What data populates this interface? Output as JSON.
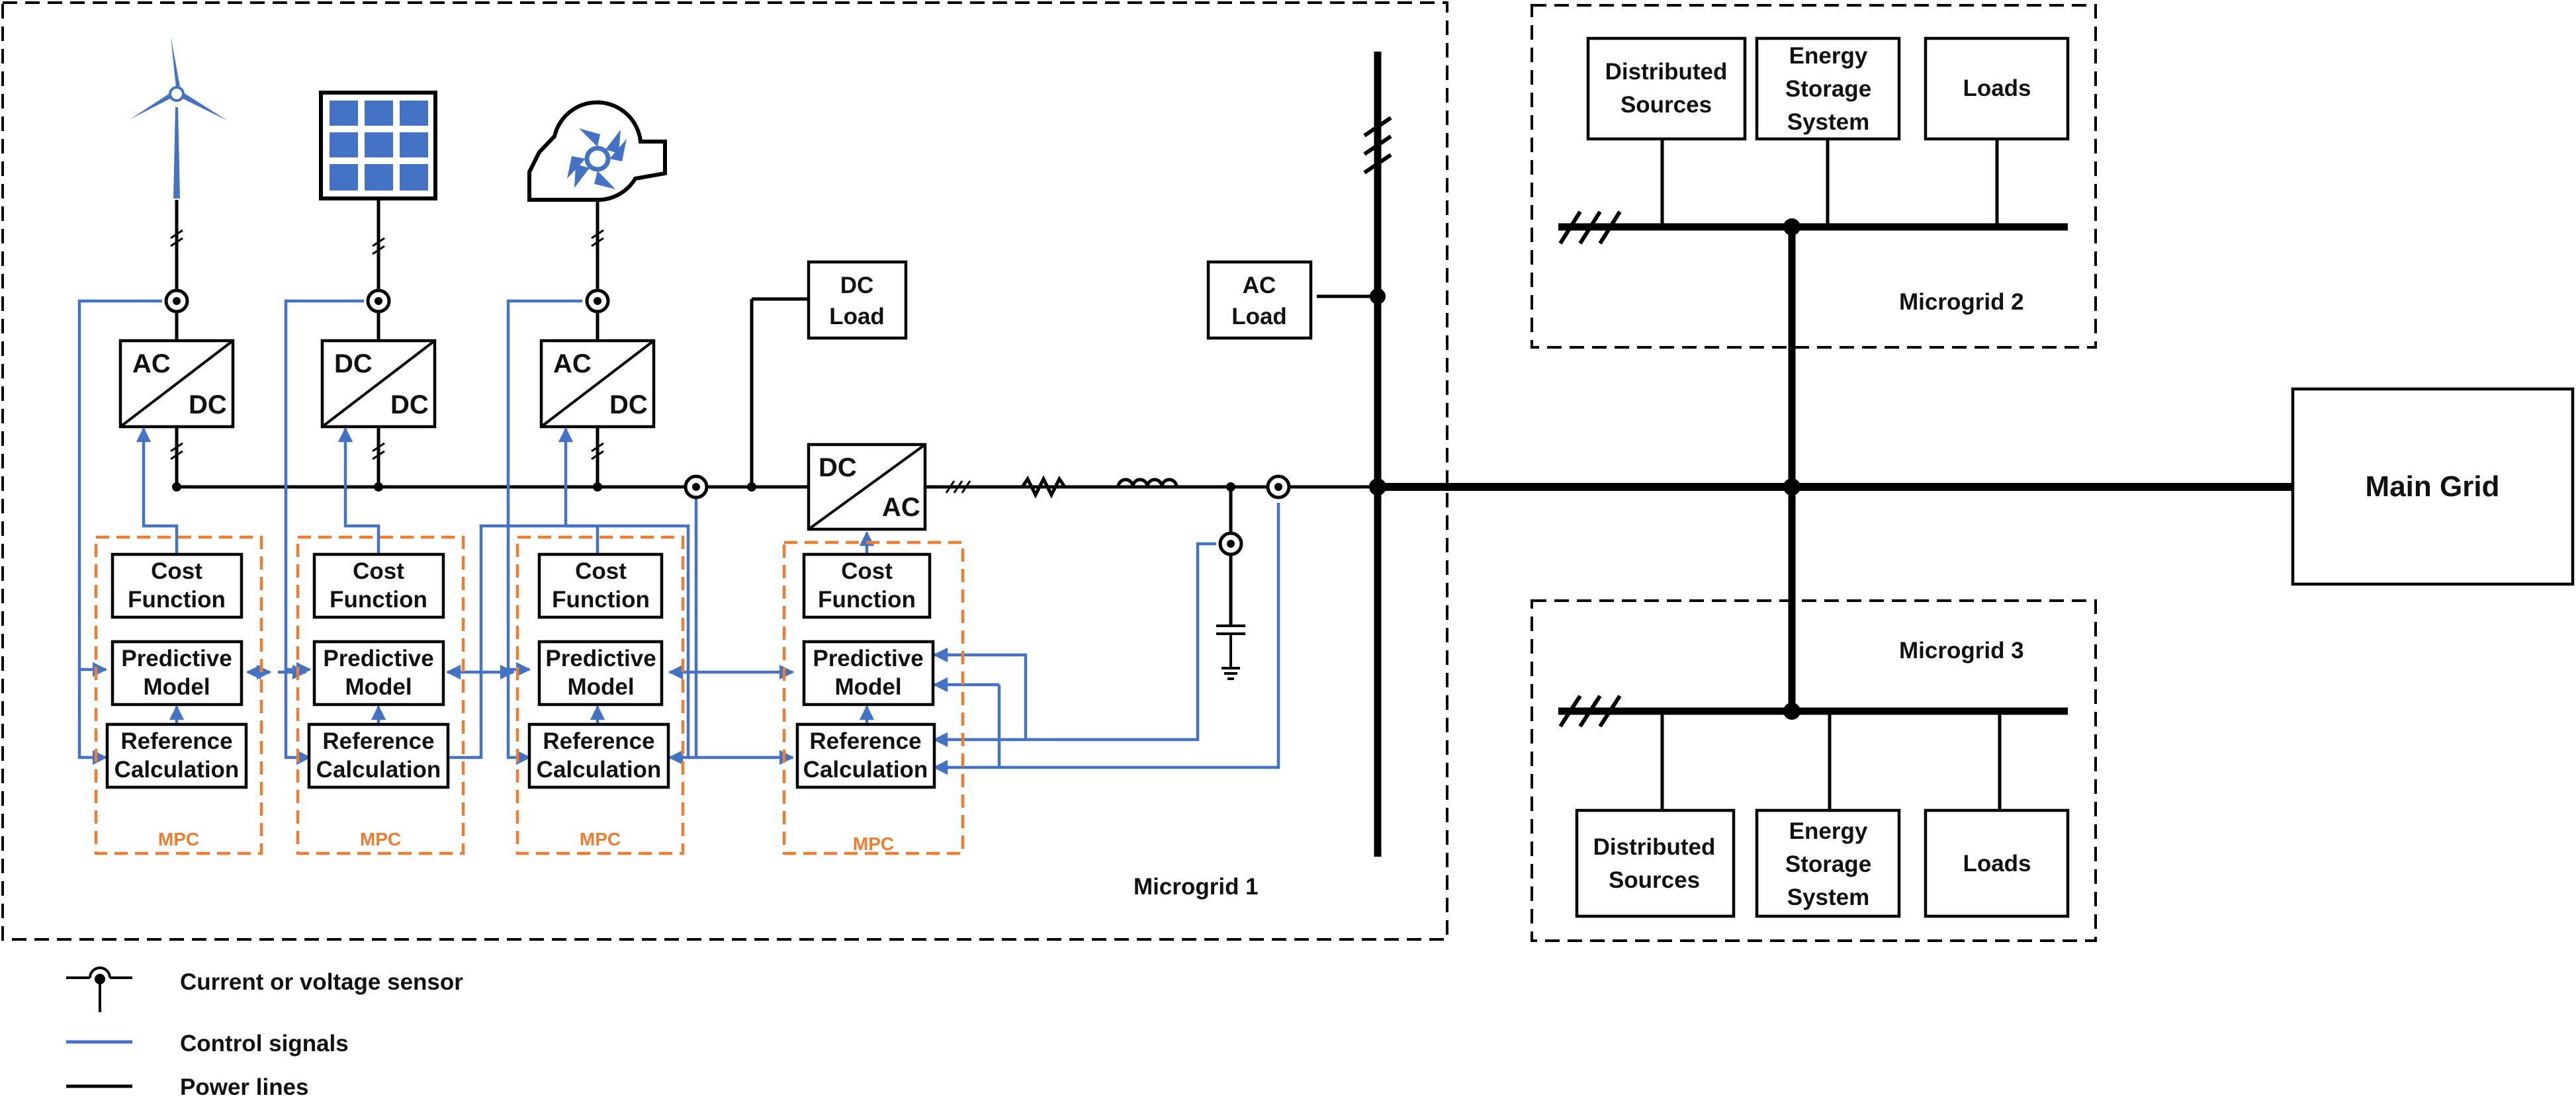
{
  "microgrid1": {
    "title": "Microgrid 1",
    "converters": [
      {
        "top": "AC",
        "bottom": "DC"
      },
      {
        "top": "DC",
        "bottom": "DC"
      },
      {
        "top": "AC",
        "bottom": "DC"
      },
      {
        "top": "DC",
        "bottom": "AC"
      }
    ],
    "loads": {
      "dc_line1": "DC",
      "dc_line2": "Load",
      "ac_line1": "AC",
      "ac_line2": "Load"
    },
    "mpc_block": {
      "cost_line1": "Cost",
      "cost_line2": "Function",
      "pred_line1": "Predictive",
      "pred_line2": "Model",
      "ref_line1": "Reference",
      "ref_line2": "Calculation",
      "label": "MPC"
    }
  },
  "microgrid2": {
    "title": "Microgrid 2",
    "boxes": [
      {
        "lines": [
          "Distributed",
          "Sources"
        ]
      },
      {
        "lines": [
          "Energy",
          "Storage",
          "System"
        ]
      },
      {
        "lines": [
          "Loads"
        ]
      }
    ]
  },
  "microgrid3": {
    "title": "Microgrid 3",
    "boxes": [
      {
        "lines": [
          "Distributed",
          "Sources"
        ]
      },
      {
        "lines": [
          "Energy",
          "Storage",
          "System"
        ]
      },
      {
        "lines": [
          "Loads"
        ]
      }
    ]
  },
  "main_grid": "Main Grid",
  "legend": {
    "sensor": "Current or voltage sensor",
    "control": "Control signals",
    "power": "Power lines"
  },
  "colors": {
    "control": "#4472C4",
    "mpc": "#ED7D31",
    "power": "#000000"
  }
}
